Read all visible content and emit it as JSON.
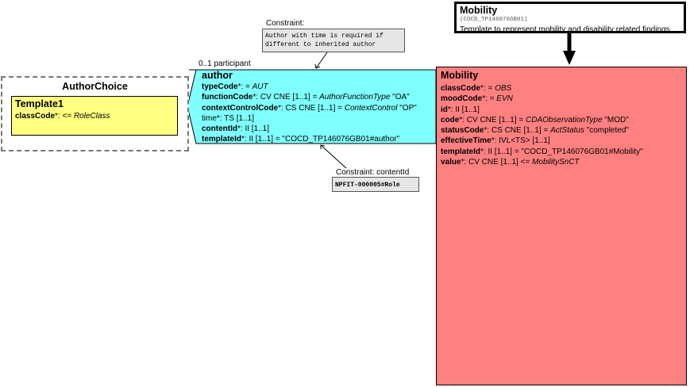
{
  "header": {
    "title": "Mobility",
    "code": "(COCD_TP146076GB01)",
    "description": "Template to represent mobility and disability related findings"
  },
  "mobility": {
    "title": "Mobility",
    "attrs": [
      {
        "name": "classCode",
        "suffix": "*: = ",
        "value": "OBS",
        "value_italic": true,
        "tail": ""
      },
      {
        "name": "moodCode",
        "suffix": "*: = ",
        "value": "EVN",
        "value_italic": true,
        "tail": ""
      },
      {
        "name": "id",
        "suffix": "*: II [1..1]",
        "value": "",
        "value_italic": false,
        "tail": ""
      },
      {
        "name": "code",
        "suffix": "*: CV CNE [1..1] = ",
        "value": "CDAObservationType",
        "value_italic": true,
        "tail": " \"MOD\""
      },
      {
        "name": "statusCode",
        "suffix": "*: CS CNE [1..1] = ",
        "value": "ActStatus",
        "value_italic": true,
        "tail": " \"completed\""
      },
      {
        "name": "effectiveTime",
        "suffix": "*: IVL<TS> [1..1]",
        "value": "",
        "value_italic": false,
        "tail": ""
      },
      {
        "name": "templateId",
        "suffix": "*: II [1..1] = \"COCD_TP146076GB01#Mobility\"",
        "value": "",
        "value_italic": false,
        "tail": ""
      },
      {
        "name": "value",
        "suffix": "*: CV CNE [1..1] <= ",
        "value": "MobilitySnCT",
        "value_italic": true,
        "tail": ""
      }
    ]
  },
  "author": {
    "title": "author",
    "attrs": [
      {
        "name": "typeCode",
        "name_bold": true,
        "suffix": "*: = ",
        "value": "AUT",
        "value_italic": true,
        "tail": ""
      },
      {
        "name": "functionCode",
        "name_bold": true,
        "suffix": "*: CV CNE [1..1] = ",
        "value": "AuthorFunctionType",
        "value_italic": true,
        "tail": " \"OA\""
      },
      {
        "name": "contextControlCode",
        "name_bold": true,
        "suffix": "*: CS CNE [1..1] = ",
        "value": "ContextControl",
        "value_italic": true,
        "tail": " \"OP\""
      },
      {
        "name": "time",
        "name_bold": false,
        "suffix": "*: TS [1..1]",
        "value": "",
        "value_italic": false,
        "tail": ""
      },
      {
        "name": "contentId",
        "name_bold": true,
        "suffix": "*: II [1..1]",
        "value": "",
        "value_italic": false,
        "tail": ""
      },
      {
        "name": "templateId",
        "name_bold": true,
        "suffix": "*: II [1..1] = \"COCD_TP146076GB01#author\"",
        "value": "",
        "value_italic": false,
        "tail": ""
      }
    ]
  },
  "participant_label": "0..1 participant",
  "author_choice": {
    "title": "AuthorChoice",
    "template": {
      "title": "Template1",
      "attr_name": "classCode",
      "attr_suffix": "*: <= ",
      "attr_value": "RoleClass"
    }
  },
  "constraint1": {
    "label": "Constraint:",
    "lines": [
      "Author with time is required if",
      "different to inherited author"
    ]
  },
  "constraint2": {
    "label": "Constraint: contentId",
    "text": "NPFIT-000005#Role"
  },
  "colors": {
    "mobility_fill": "#ff8080",
    "author_fill": "#80ffff",
    "template_fill": "#ffff80",
    "note_fill": "#e6e6e6"
  }
}
